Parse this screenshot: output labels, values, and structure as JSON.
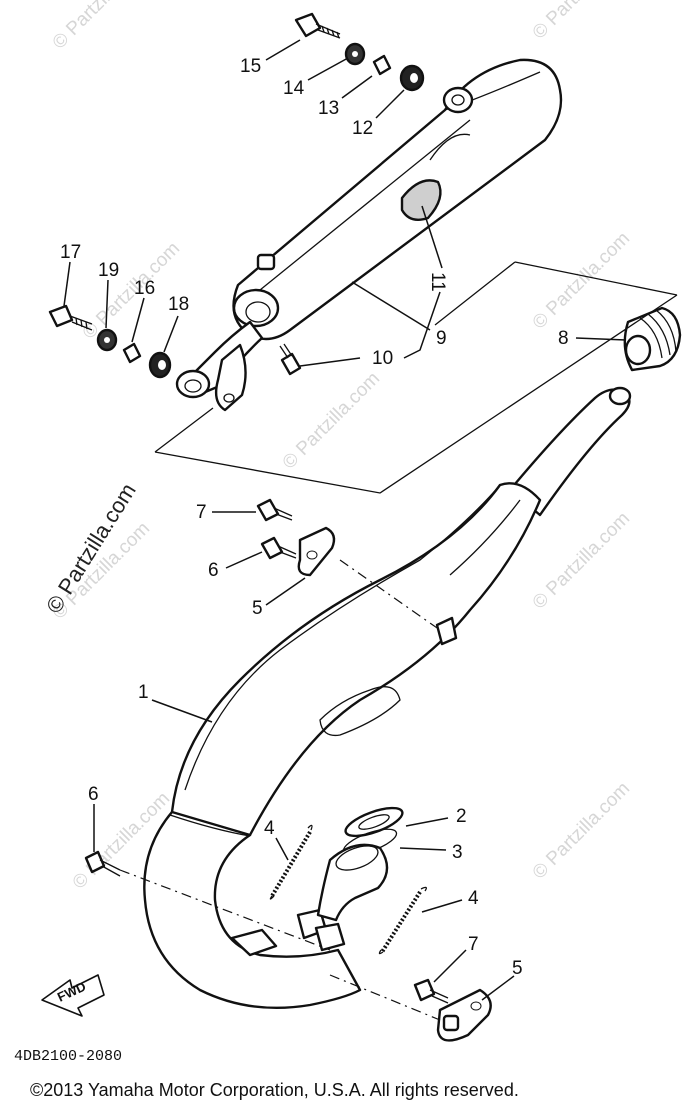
{
  "watermarks": [
    "© Partzilla.com"
  ],
  "callouts": [
    {
      "id": "c15",
      "text": "15"
    },
    {
      "id": "c14",
      "text": "14"
    },
    {
      "id": "c13",
      "text": "13"
    },
    {
      "id": "c12",
      "text": "12"
    },
    {
      "id": "c11",
      "text": "11"
    },
    {
      "id": "c17",
      "text": "17"
    },
    {
      "id": "c19",
      "text": "19"
    },
    {
      "id": "c16",
      "text": "16"
    },
    {
      "id": "c18",
      "text": "18"
    },
    {
      "id": "c9",
      "text": "9"
    },
    {
      "id": "c10",
      "text": "10"
    },
    {
      "id": "c8",
      "text": "8"
    },
    {
      "id": "c7a",
      "text": "7"
    },
    {
      "id": "c6a",
      "text": "6"
    },
    {
      "id": "c5a",
      "text": "5"
    },
    {
      "id": "c1",
      "text": "1"
    },
    {
      "id": "c6b",
      "text": "6"
    },
    {
      "id": "c2",
      "text": "2"
    },
    {
      "id": "c3",
      "text": "3"
    },
    {
      "id": "c4a",
      "text": "4"
    },
    {
      "id": "c4b",
      "text": "4"
    },
    {
      "id": "c7b",
      "text": "7"
    },
    {
      "id": "c5b",
      "text": "5"
    }
  ],
  "fwd_label": "FWD",
  "drawing_code": "4DB2100-2080",
  "copyright": "©2013  Yamaha Motor Corporation, U.S.A. All rights reserved."
}
